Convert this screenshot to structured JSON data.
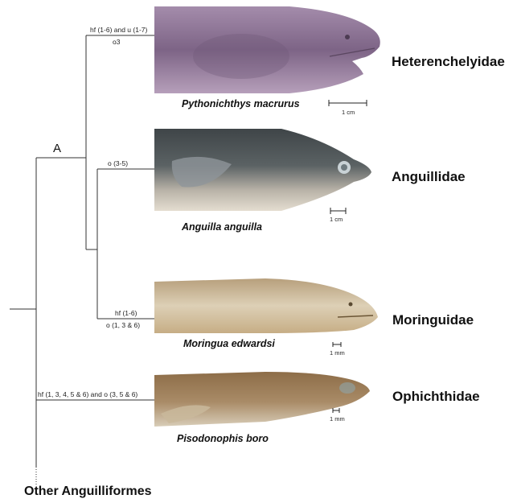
{
  "node_label": "A",
  "outgroup_label": "Other Anguilliformes",
  "taxa": [
    {
      "family": "Heterenchelyidae",
      "species": "Pythonichthys macrurus",
      "characters": [
        "hf (1-6) and u (1-7)",
        "o3"
      ],
      "scale": "1 cm",
      "photo_tone": "#8a6f93"
    },
    {
      "family": "Anguillidae",
      "species": "Anguilla anguilla",
      "characters": [
        "o (3-5)"
      ],
      "scale": "1 cm",
      "photo_tone": "#4e5356"
    },
    {
      "family": "Moringuidae",
      "species": "Moringua edwardsi",
      "characters": [
        "hf (1-6)",
        "o (1, 3 & 6)"
      ],
      "scale": "1 mm",
      "photo_tone": "#c9b28e"
    },
    {
      "family": "Ophichthidae",
      "species": "Pisodonophis boro",
      "characters": [
        "hf (1, 3, 4, 5 & 6) and o (3, 5 & 6)"
      ],
      "scale": "1 mm",
      "photo_tone": "#9a7c58"
    }
  ]
}
